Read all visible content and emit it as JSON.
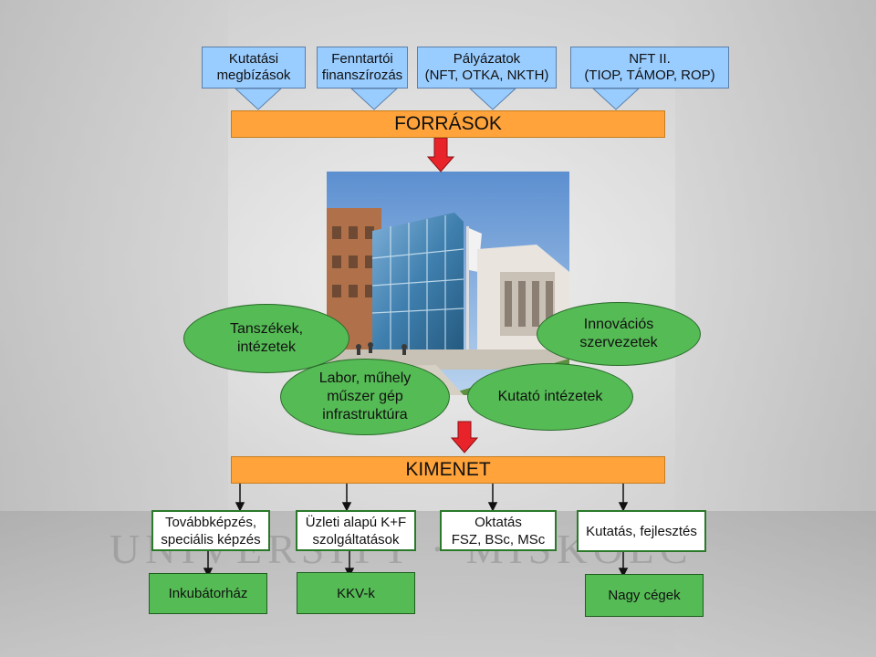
{
  "sources": [
    {
      "label": "Kutatási\nmegbízások"
    },
    {
      "label": "Fenntartói\nfinanszírozás"
    },
    {
      "label": "Pályázatok\n(NFT, OTKA, NKTH)"
    },
    {
      "label": "NFT II.\n(TIOP, TÁMOP, ROP)"
    }
  ],
  "forrasok_label": "FORRÁSOK",
  "kimenet_label": "KIMENET",
  "ellipses": {
    "tanszekek": "Tanszékek,\nintézetek",
    "innovacios": "Innovációs\nszervezetek",
    "labor": "Labor, műhely\nműszer gép\ninfrastruktúra",
    "kutato": "Kutató intézetek"
  },
  "outputs": [
    {
      "label": "Továbbképzés,\nspeciális képzés"
    },
    {
      "label": "Üzleti alapú K+F\nszolgáltatások"
    },
    {
      "label": "Oktatás\nFSZ, BSc, MSc"
    },
    {
      "label": "Kutatás, fejlesztés"
    }
  ],
  "bottom_boxes": [
    {
      "label": "Inkubátorház"
    },
    {
      "label": "KKV-k"
    },
    {
      "label": "Nagy cégek"
    }
  ],
  "colors": {
    "source_fill": "#99ccff",
    "bar_fill": "#ffa33a",
    "ellipse_fill": "#55bb55",
    "arrow_red": "#e8232a"
  }
}
